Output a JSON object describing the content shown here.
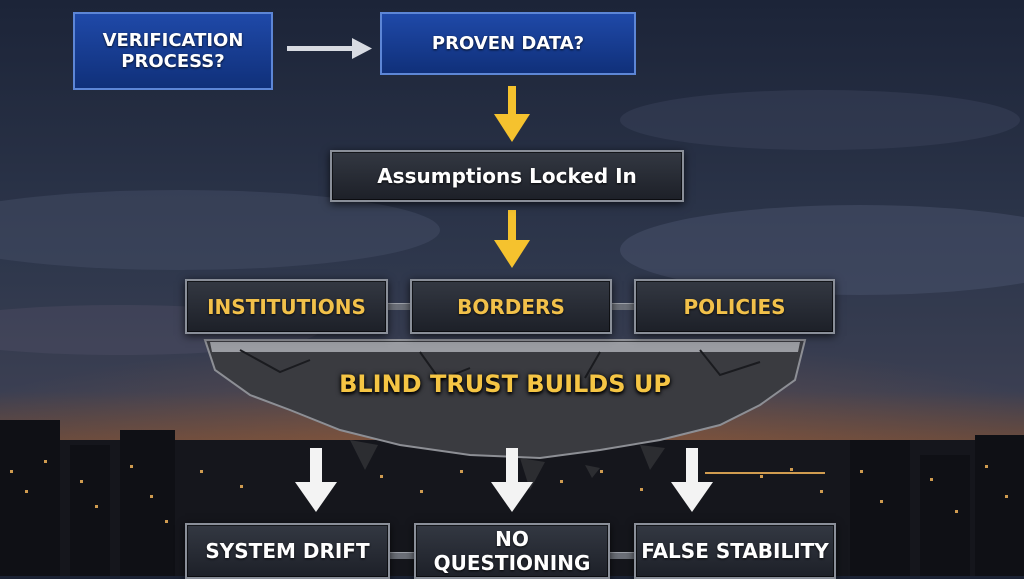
{
  "nodes": {
    "verification": "VERIFICATION\nPROCESS?",
    "proven": "PROVEN DATA?",
    "assumptions": "Assumptions Locked In",
    "institutions": "INSTITUTIONS",
    "borders": "BORDERS",
    "policies": "POLICIES",
    "blind_trust": "BLIND TRUST BUILDS UP",
    "system_drift": "SYSTEM DRIFT",
    "no_questioning": "NO QUESTIONING",
    "false_stability": "FALSE STABILITY"
  },
  "colors": {
    "accent_gold": "#f2c14a",
    "arrow_yellow": "#f5c22e",
    "box_blue": "#1f49a8",
    "arrow_white": "#ffffff"
  }
}
